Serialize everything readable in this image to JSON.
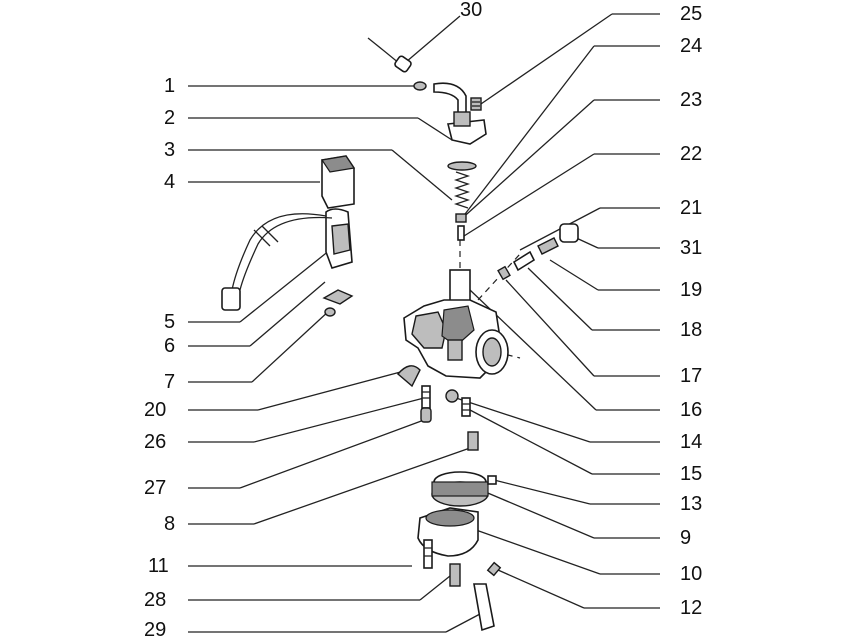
{
  "diagram": {
    "callouts": {
      "n1": "1",
      "n2": "2",
      "n3": "3",
      "n4": "4",
      "n5": "5",
      "n6": "6",
      "n7": "7",
      "n8": "8",
      "n9": "9",
      "n10": "10",
      "n11": "11",
      "n12": "12",
      "n13": "13",
      "n14": "14",
      "n15": "15",
      "n16": "16",
      "n17": "17",
      "n18": "18",
      "n19": "19",
      "n20": "20",
      "n21": "21",
      "n22": "22",
      "n23": "23",
      "n24": "24",
      "n25": "25",
      "n26": "26",
      "n27": "27",
      "n28": "28",
      "n29": "29",
      "n30": "30",
      "n31": "31"
    }
  }
}
